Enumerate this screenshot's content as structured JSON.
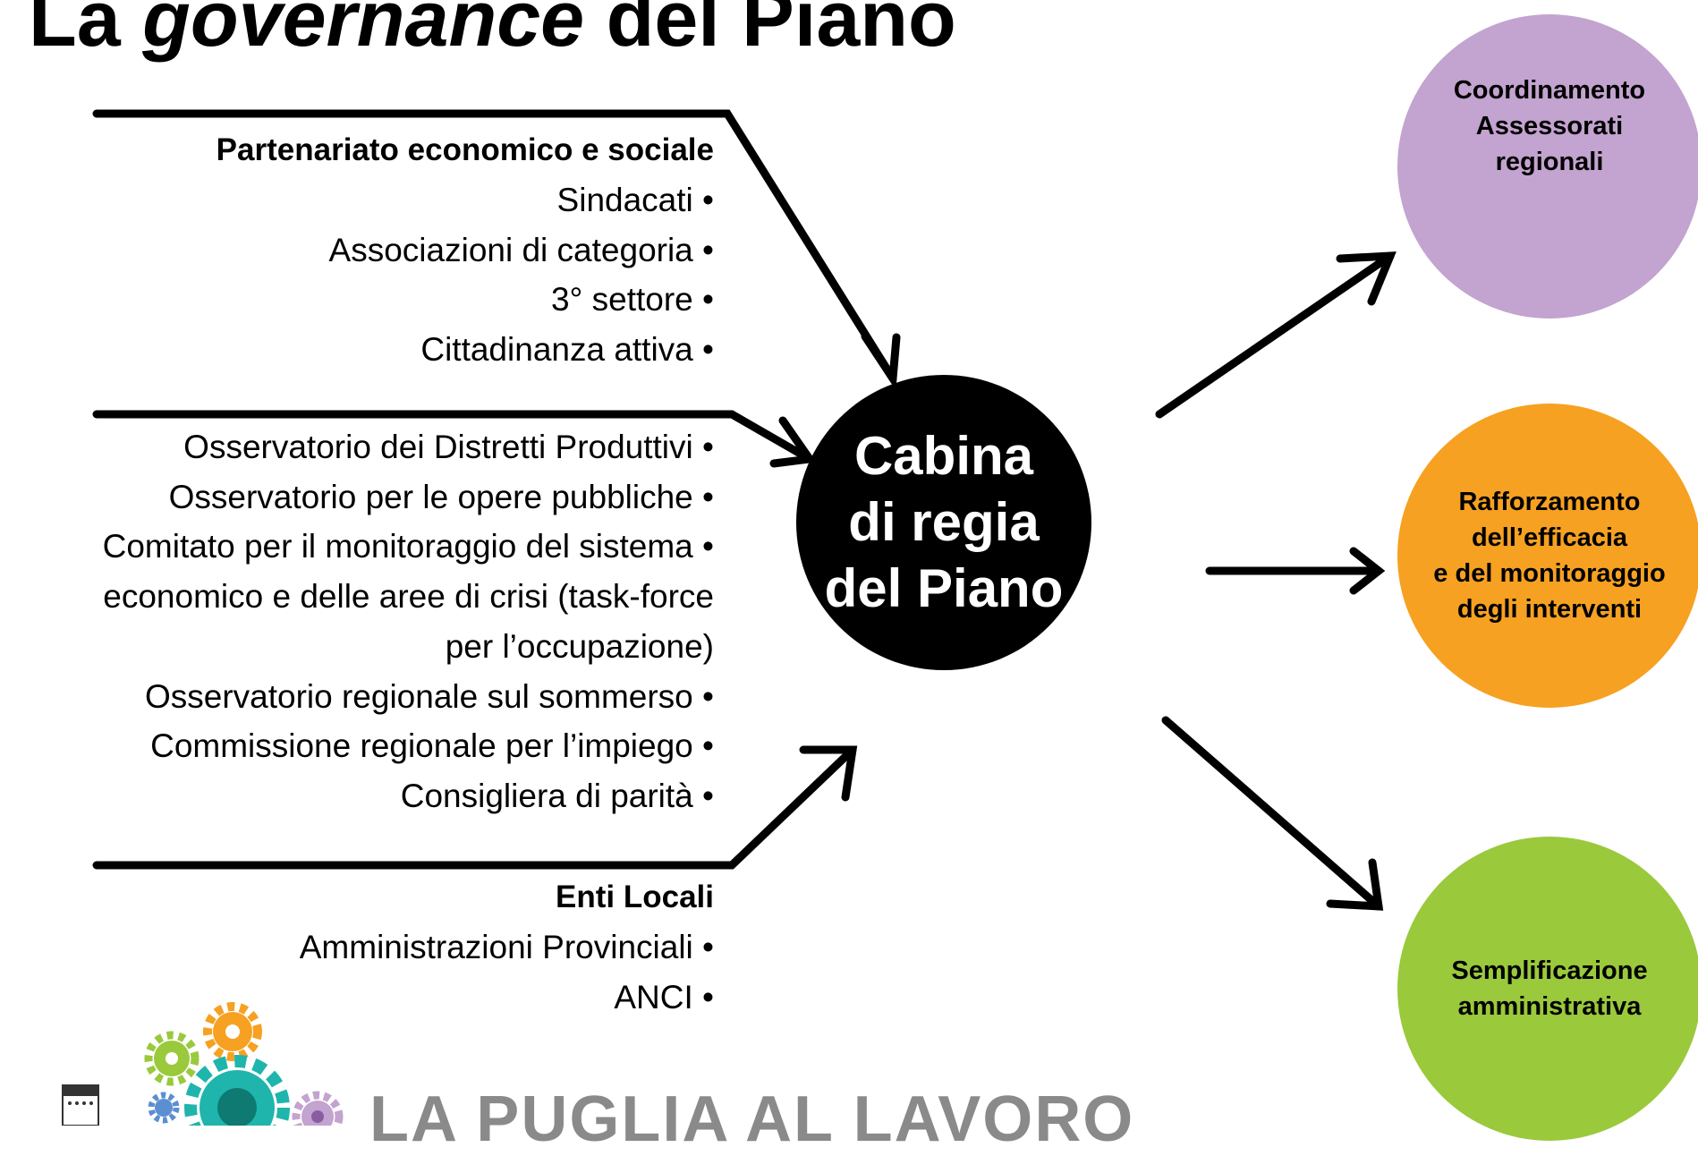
{
  "title": {
    "prefix": "La",
    "italic": "governance",
    "suffix": "del Piano"
  },
  "groups": {
    "partenariato": {
      "heading": "Partenariato economico e sociale",
      "items": [
        "Sindacati •",
        "Associazioni di categoria •",
        "3° settore •",
        "Cittadinanza attiva •"
      ]
    },
    "osservatori": {
      "items": [
        "Osservatorio dei Distretti Produttivi •",
        "Osservatorio per le opere pubbliche •",
        "Comitato per il monitoraggio del sistema •",
        "economico e delle aree di crisi (task-force",
        "per l’occupazione)",
        "Osservatorio regionale sul sommerso •",
        "Commissione regionale per l’impiego •",
        "Consigliera di parità •"
      ]
    },
    "enti_locali": {
      "heading": "Enti Locali",
      "items": [
        "Amministrazioni Provinciali •",
        "ANCI •"
      ]
    }
  },
  "hub": {
    "lines": [
      "Cabina",
      "di regia",
      "del Piano"
    ]
  },
  "goals": [
    {
      "lines": [
        "Coordinamento",
        "Assessorati",
        "regionali"
      ],
      "color": "#c3a3cf"
    },
    {
      "lines": [
        "Rafforzamento",
        "dell’efficacia",
        "e del monitoraggio",
        "degli interventi"
      ],
      "color": "#f6a121"
    },
    {
      "lines": [
        "Semplificazione",
        "amministrativa"
      ],
      "color": "#9ac93c"
    }
  ],
  "logo": {
    "text": "LA PUGLIA AL LAVORO",
    "gear_colors": [
      "#f6a121",
      "#9ac93c",
      "#1fb5ac",
      "#5b8fd1",
      "#c3a3cf"
    ]
  }
}
